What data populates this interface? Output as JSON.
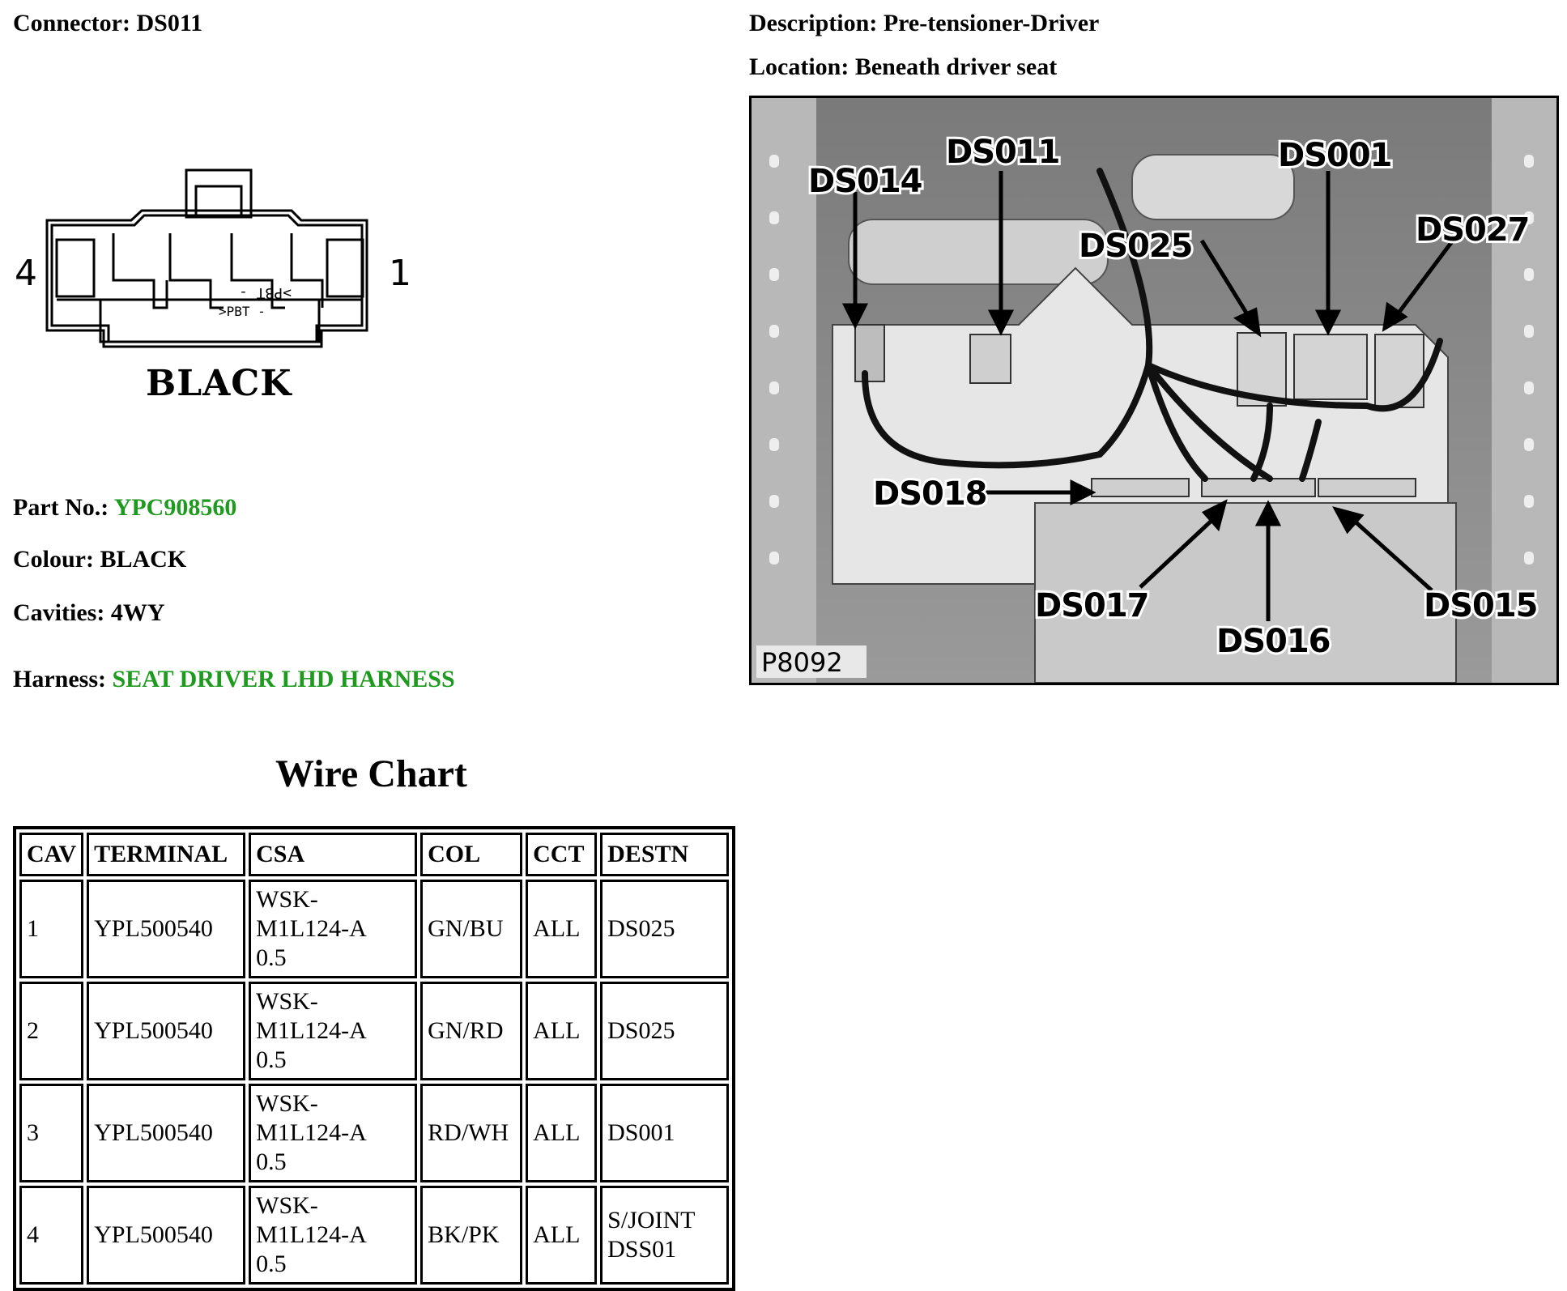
{
  "header": {
    "connector_label": "Connector:",
    "connector_value": "DS011",
    "description_label": "Description:",
    "description_value": "Pre-tensioner-Driver",
    "location_label": "Location:",
    "location_value": "Beneath driver seat"
  },
  "connector_diagram": {
    "pin_left": "4",
    "pin_right": "1",
    "colour_label": "BLACK"
  },
  "details": {
    "part_no_label": "Part No.:",
    "part_no_value": "YPC908560",
    "colour_label": "Colour:",
    "colour_value": "BLACK",
    "cavities_label": "Cavities:",
    "cavities_value": "4WY",
    "harness_label": "Harness:",
    "harness_value": "SEAT DRIVER LHD HARNESS",
    "link_color": "#1e9a1e"
  },
  "photo": {
    "code": "P8092",
    "callouts": {
      "ds014": "DS014",
      "ds011": "DS011",
      "ds001": "DS001",
      "ds025": "DS025",
      "ds027": "DS027",
      "ds018": "DS018",
      "ds017": "DS017",
      "ds016": "DS016",
      "ds015": "DS015"
    }
  },
  "wire_chart": {
    "title": "Wire Chart",
    "headers": [
      "CAV",
      "TERMINAL",
      "CSA",
      "COL",
      "CCT",
      "DESTN"
    ],
    "rows": [
      {
        "cav": "1",
        "terminal": "YPL500540",
        "csa": [
          "WSK-",
          "M1L124-A",
          "0.5"
        ],
        "col": "GN/BU",
        "cct": "ALL",
        "destn": [
          "DS025"
        ]
      },
      {
        "cav": "2",
        "terminal": "YPL500540",
        "csa": [
          "WSK-",
          "M1L124-A",
          "0.5"
        ],
        "col": "GN/RD",
        "cct": "ALL",
        "destn": [
          "DS025"
        ]
      },
      {
        "cav": "3",
        "terminal": "YPL500540",
        "csa": [
          "WSK-",
          "M1L124-A",
          "0.5"
        ],
        "col": "RD/WH",
        "cct": "ALL",
        "destn": [
          "DS001"
        ]
      },
      {
        "cav": "4",
        "terminal": "YPL500540",
        "csa": [
          "WSK-",
          "M1L124-A",
          "0.5"
        ],
        "col": "BK/PK",
        "cct": "ALL",
        "destn": [
          "S/JOINT",
          "DSS01"
        ]
      }
    ]
  }
}
